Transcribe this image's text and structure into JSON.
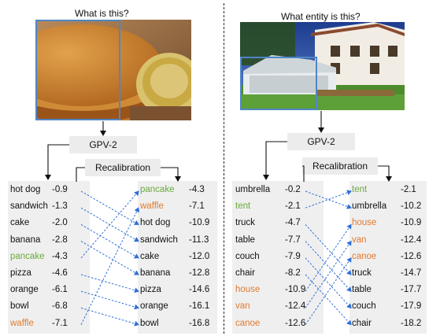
{
  "colors": {
    "gt_green": "#6aaa3c",
    "distractor_orange": "#e37a2f",
    "text": "#111111",
    "arrow_blue": "#2f6fd6",
    "bbox_blue": "#4f86c6"
  },
  "left_panel": {
    "question": "What is this?",
    "image_icon": "pancake-photo-icon",
    "model_label": "GPV-2",
    "recalibration_label": "Recalibration",
    "before": [
      {
        "word": "hot dog",
        "score": "-0.9",
        "tag": "none"
      },
      {
        "word": "sandwich",
        "score": "-1.3",
        "tag": "none"
      },
      {
        "word": "cake",
        "score": "-2.0",
        "tag": "none"
      },
      {
        "word": "banana",
        "score": "-2.8",
        "tag": "none"
      },
      {
        "word": "pancake",
        "score": "-4.3",
        "tag": "gt"
      },
      {
        "word": "pizza",
        "score": "-4.6",
        "tag": "none"
      },
      {
        "word": "orange",
        "score": "-6.1",
        "tag": "none"
      },
      {
        "word": "bowl",
        "score": "-6.8",
        "tag": "none"
      },
      {
        "word": "waffle",
        "score": "-7.1",
        "tag": "distractor"
      }
    ],
    "after": [
      {
        "word": "pancake",
        "score": "-4.3",
        "tag": "gt"
      },
      {
        "word": "waffle",
        "score": "-7.1",
        "tag": "distractor"
      },
      {
        "word": "hot dog",
        "score": "-10.9",
        "tag": "none"
      },
      {
        "word": "sandwich",
        "score": "-11.3",
        "tag": "none"
      },
      {
        "word": "cake",
        "score": "-12.0",
        "tag": "none"
      },
      {
        "word": "banana",
        "score": "-12.8",
        "tag": "none"
      },
      {
        "word": "pizza",
        "score": "-14.6",
        "tag": "none"
      },
      {
        "word": "orange",
        "score": "-16.1",
        "tag": "none"
      },
      {
        "word": "bowl",
        "score": "-16.8",
        "tag": "none"
      }
    ]
  },
  "right_panel": {
    "question": "What entity is this?",
    "image_icon": "tent-photo-icon",
    "model_label": "GPV-2",
    "recalibration_label": "Recalibration",
    "before": [
      {
        "word": "umbrella",
        "score": "-0.2",
        "tag": "none"
      },
      {
        "word": "tent",
        "score": "-2.1",
        "tag": "gt"
      },
      {
        "word": "truck",
        "score": "-4.7",
        "tag": "none"
      },
      {
        "word": "table",
        "score": "-7.7",
        "tag": "none"
      },
      {
        "word": "couch",
        "score": "-7.9",
        "tag": "none"
      },
      {
        "word": "chair",
        "score": "-8.2",
        "tag": "none"
      },
      {
        "word": "house",
        "score": "-10.9",
        "tag": "distractor"
      },
      {
        "word": "van",
        "score": "-12.4",
        "tag": "distractor"
      },
      {
        "word": "canoe",
        "score": "-12.6",
        "tag": "distractor"
      }
    ],
    "after": [
      {
        "word": "tent",
        "score": "-2.1",
        "tag": "gt"
      },
      {
        "word": "umbrella",
        "score": "-10.2",
        "tag": "none"
      },
      {
        "word": "house",
        "score": "-10.9",
        "tag": "distractor"
      },
      {
        "word": "van",
        "score": "-12.4",
        "tag": "distractor"
      },
      {
        "word": "canoe",
        "score": "-12.6",
        "tag": "distractor"
      },
      {
        "word": "truck",
        "score": "-14.7",
        "tag": "none"
      },
      {
        "word": "table",
        "score": "-17.7",
        "tag": "none"
      },
      {
        "word": "couch",
        "score": "-17.9",
        "tag": "none"
      },
      {
        "word": "chair",
        "score": "-18.2",
        "tag": "none"
      }
    ]
  }
}
